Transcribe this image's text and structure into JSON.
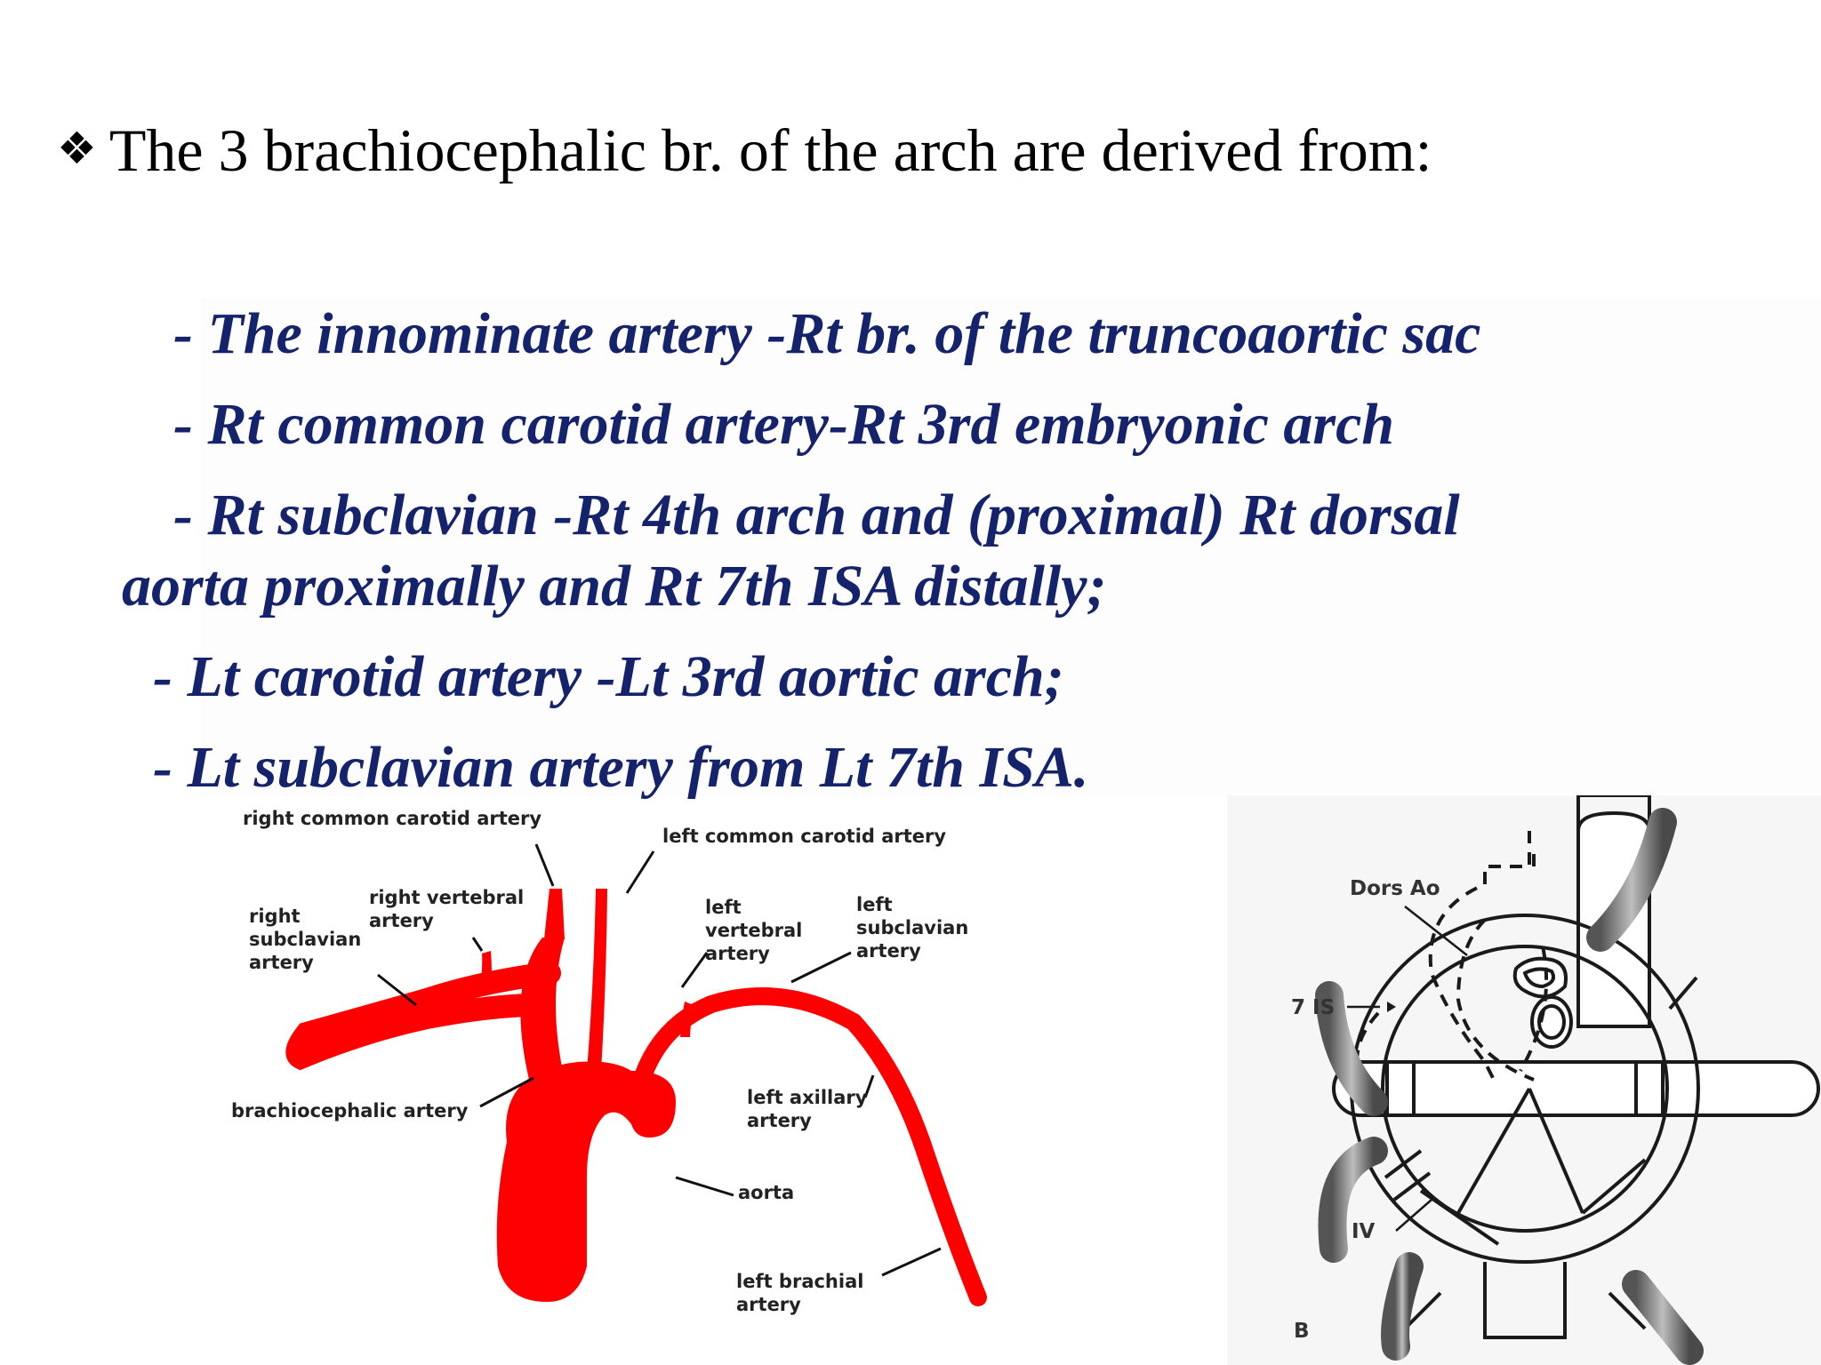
{
  "slide": {
    "bullet_icon": "four-diamond-bullet",
    "heading": "The 3 brachiocephalic br. of the arch are derived from:",
    "items": [
      "-  The innominate artery -Rt br. of the truncoaortic sac",
      "-  Rt common carotid artery-Rt 3rd embryonic arch",
      "-  Rt subclavian -Rt  4th arch and (proximal)  Rt dorsal",
      "aorta     proximally and  Rt  7th  ISA distally;",
      "-  Lt carotid artery -Lt  3rd aortic arch;",
      "-  Lt subclavian artery from Lt 7th  ISA."
    ],
    "text_color": "#14236b"
  },
  "left_figure": {
    "artery_color": "#ff0000",
    "labels": {
      "right_common_carotid": "right common carotid artery",
      "left_common_carotid": "left common carotid artery",
      "right_vertebral_1": "right vertebral",
      "right_vertebral_2": "artery",
      "right_subclavian_1": "right",
      "right_subclavian_2": "subclavian",
      "right_subclavian_3": "artery",
      "left_vertebral_1": "left",
      "left_vertebral_2": "vertebral",
      "left_vertebral_3": "artery",
      "left_subclavian_1": "left",
      "left_subclavian_2": "subclavian",
      "left_subclavian_3": "artery",
      "brachiocephalic": "brachiocephalic artery",
      "left_axillary_1": "left axillary",
      "left_axillary_2": "artery",
      "aorta": "aorta",
      "left_brachial_1": "left brachial",
      "left_brachial_2": "artery"
    }
  },
  "right_figure": {
    "labels": {
      "dors_ao": "Dors Ao",
      "seven_is": "7 IS",
      "iv": "IV",
      "panel": "B"
    }
  }
}
